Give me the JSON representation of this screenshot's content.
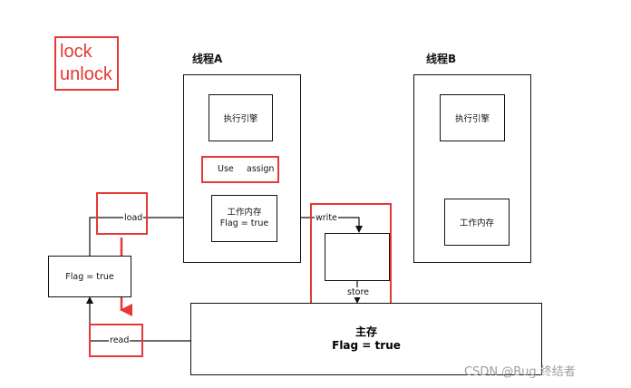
{
  "legend": {
    "line1": "lock",
    "line2": "unlock"
  },
  "threadA": {
    "title": "线程A",
    "engine": "执行引擎",
    "use": "Use",
    "assign": "assign",
    "workmem_line1": "工作内存",
    "workmem_line2": "Flag = true"
  },
  "threadB": {
    "title": "线程B",
    "engine": "执行引擎",
    "workmem": "工作内存"
  },
  "ops": {
    "load": "load",
    "write": "write",
    "store": "store",
    "read": "read"
  },
  "flag_box": "Flag = true",
  "main_memory": {
    "title": "主存",
    "value": "Flag = true"
  },
  "watermark": "CSDN @Bug 终结者",
  "colors": {
    "highlight": "#e53935",
    "stroke": "#111111"
  }
}
